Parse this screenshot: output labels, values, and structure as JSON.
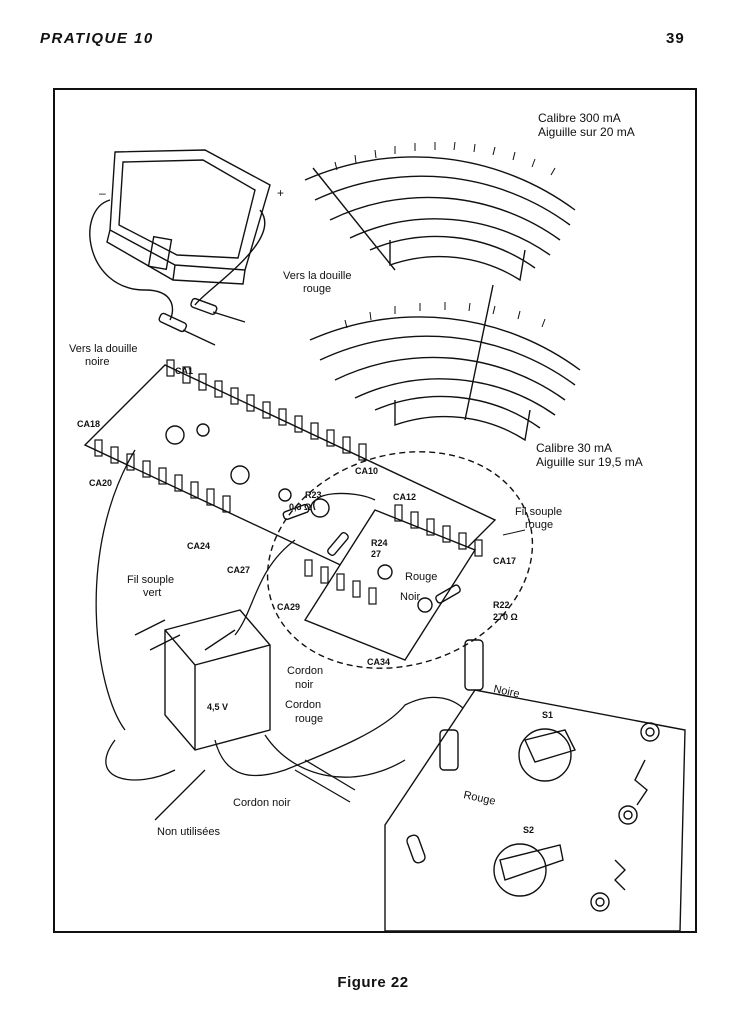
{
  "header": {
    "section": "PRATIQUE 10",
    "page_number": "39"
  },
  "figure": {
    "caption": "Figure 22",
    "meter_top": {
      "line1": "Calibre 300 mA",
      "line2": "Aiguille sur 20 mA"
    },
    "meter_bottom": {
      "line1": "Calibre 30 mA",
      "line2": "Aiguille sur 19,5 mA"
    },
    "labels": {
      "vers_rouge_1": "Vers la douille",
      "vers_rouge_2": "rouge",
      "vers_noire_1": "Vers la douille",
      "vers_noire_2": "noire",
      "fil_souple_rouge_1": "Fil souple",
      "fil_souple_rouge_2": "rouge",
      "fil_souple_vert_1": "Fil souple",
      "fil_souple_vert_2": "vert",
      "rouge_jack": "Rouge",
      "noir_jack": "Noir",
      "r22": "R22",
      "r22_val": "270 Ω",
      "r23": "R23",
      "r23_val": "0,3 Ω",
      "r24": "R24",
      "r24_val": "27",
      "cordon_noir_1": "Cordon",
      "cordon_noir_2": "noir",
      "cordon_rouge_1": "Cordon",
      "cordon_rouge_2": "rouge",
      "battery": "4,5 V",
      "cordon_noir_bottom": "Cordon noir",
      "non_utilisees": "Non utilisées",
      "noire_panel": "Noire",
      "rouge_panel": "Rouge",
      "s1": "S1",
      "s2": "S2",
      "plus": "+",
      "minus": "–"
    },
    "terminals": [
      "CA1",
      "CA18",
      "CA20",
      "CA24",
      "CA27",
      "CA29",
      "CA10",
      "CA12",
      "CA17",
      "CA34"
    ]
  }
}
